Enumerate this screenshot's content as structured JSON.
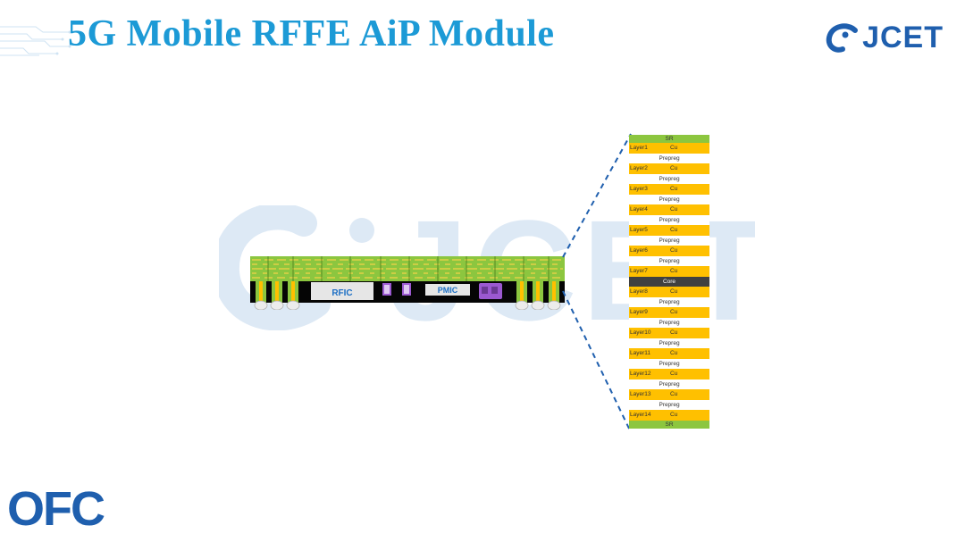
{
  "title": "5G Mobile RFFE AiP Module",
  "logo": {
    "text": "JCET",
    "icon": "jcet-swirl-icon",
    "color": "#1f5fae"
  },
  "footer_logo": {
    "text": "OFC",
    "color": "#1f5fae"
  },
  "watermark": {
    "text": "JCET",
    "color": "#d9e8f5"
  },
  "module": {
    "chips": [
      {
        "label": "RFIC"
      },
      {
        "label": "PMIC"
      }
    ],
    "colors": {
      "substrate": "#8cc63f",
      "copper": "#ffc000",
      "mold": "#000000",
      "chip": "#e6e6e6",
      "passive": "#9b59d0"
    }
  },
  "stackup": {
    "rows": [
      {
        "kind": "sr",
        "text": "SR"
      },
      {
        "kind": "cu",
        "layer": "Layer1",
        "material": "Cu"
      },
      {
        "kind": "pp",
        "text": "Prepreg"
      },
      {
        "kind": "cu",
        "layer": "Layer2",
        "material": "Cu"
      },
      {
        "kind": "pp",
        "text": "Prepreg"
      },
      {
        "kind": "cu",
        "layer": "Layer3",
        "material": "Cu"
      },
      {
        "kind": "pp",
        "text": "Prepreg"
      },
      {
        "kind": "cu",
        "layer": "Layer4",
        "material": "Cu"
      },
      {
        "kind": "pp",
        "text": "Prepreg"
      },
      {
        "kind": "cu",
        "layer": "Layer5",
        "material": "Cu"
      },
      {
        "kind": "pp",
        "text": "Prepreg"
      },
      {
        "kind": "cu",
        "layer": "Layer6",
        "material": "Cu"
      },
      {
        "kind": "pp",
        "text": "Prepreg"
      },
      {
        "kind": "cu",
        "layer": "Layer7",
        "material": "Cu"
      },
      {
        "kind": "core",
        "text": "Core"
      },
      {
        "kind": "cu",
        "layer": "Layer8",
        "material": "Cu"
      },
      {
        "kind": "pp",
        "text": "Prepreg"
      },
      {
        "kind": "cu",
        "layer": "Layer9",
        "material": "Cu"
      },
      {
        "kind": "pp",
        "text": "Prepreg"
      },
      {
        "kind": "cu",
        "layer": "Layer10",
        "material": "Cu"
      },
      {
        "kind": "pp",
        "text": "Prepreg"
      },
      {
        "kind": "cu",
        "layer": "Layer11",
        "material": "Cu"
      },
      {
        "kind": "pp",
        "text": "Prepreg"
      },
      {
        "kind": "cu",
        "layer": "Layer12",
        "material": "Cu"
      },
      {
        "kind": "pp",
        "text": "Prepreg"
      },
      {
        "kind": "cu",
        "layer": "Layer13",
        "material": "Cu"
      },
      {
        "kind": "pp",
        "text": "Prepreg"
      },
      {
        "kind": "cu",
        "layer": "Layer14",
        "material": "Cu"
      },
      {
        "kind": "sr",
        "text": "SR"
      }
    ]
  }
}
